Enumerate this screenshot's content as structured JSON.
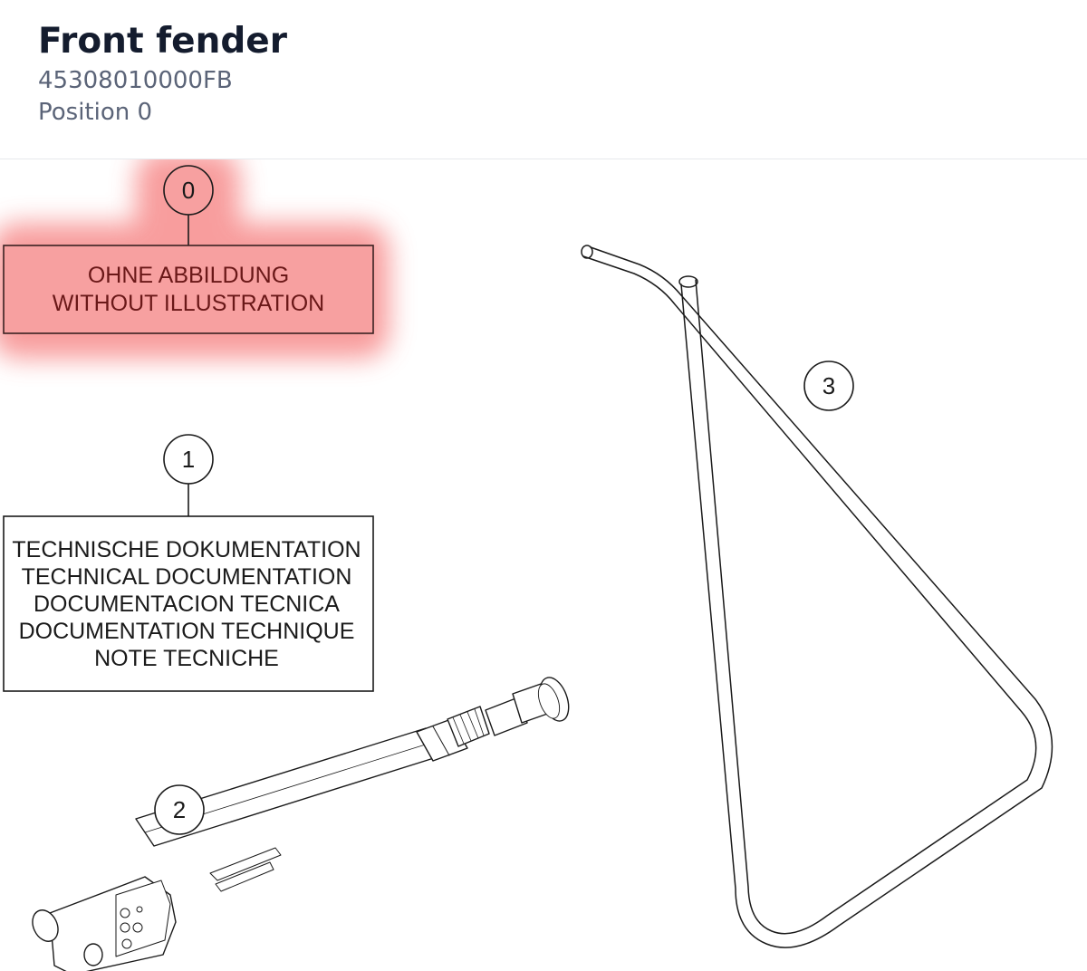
{
  "header": {
    "title": "Front fender",
    "part_number": "45308010000FB",
    "position": "Position 0"
  },
  "diagram": {
    "highlight_color": "#f78c8c",
    "callouts": [
      {
        "id": "0",
        "label": "0"
      },
      {
        "id": "1",
        "label": "1"
      },
      {
        "id": "2",
        "label": "2"
      },
      {
        "id": "3",
        "label": "3"
      }
    ],
    "box_without_illustration": {
      "lines": [
        "OHNE ABBILDUNG",
        "WITHOUT ILLUSTRATION"
      ]
    },
    "box_technical_documentation": {
      "lines": [
        "TECHNISCHE DOKUMENTATION",
        "TECHNICAL DOCUMENTATION",
        "DOCUMENTACION TECNICA",
        "DOCUMENTATION TECHNIQUE",
        "NOTE TECNICHE"
      ]
    }
  }
}
